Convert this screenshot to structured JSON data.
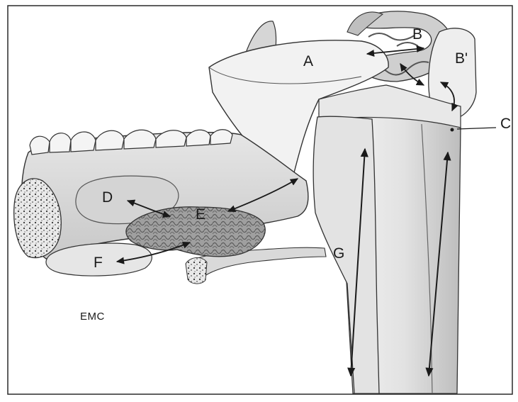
{
  "figure": {
    "labels": {
      "a": "A",
      "b": "B",
      "b_prime": "B'",
      "c": "C",
      "d": "D",
      "e": "E",
      "f": "F",
      "g": "G"
    },
    "watermark": "EMC",
    "colors": {
      "frame": "#2a2a2a",
      "tissue_light": "#f1f1f1",
      "tissue_mid": "#dcdcdc",
      "tissue_dark": "#b9b9b9",
      "ink": "#1a1a1a"
    }
  }
}
